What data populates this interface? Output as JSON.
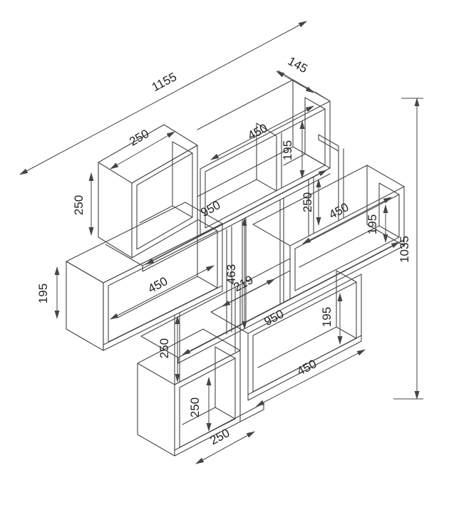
{
  "drawing": {
    "subject": "isometric-technical-drawing-wall-shelf",
    "units": "mm",
    "background": "#ffffff",
    "line_color": "#454545",
    "text_color": "#222222",
    "overall": {
      "width": "1155",
      "height": "1035",
      "depth": "145"
    }
  },
  "labels": [
    {
      "id": "overall-width",
      "value": "1155"
    },
    {
      "id": "depth",
      "value": "145"
    },
    {
      "id": "top-cube-width",
      "value": "250"
    },
    {
      "id": "top-cube-height",
      "value": "250"
    },
    {
      "id": "top-opening-width",
      "value": "450"
    },
    {
      "id": "top-opening-height",
      "value": "195"
    },
    {
      "id": "upper-rail-length",
      "value": "950"
    },
    {
      "id": "upper-right-opening-height",
      "value": "250"
    },
    {
      "id": "right-shelf-width",
      "value": "450"
    },
    {
      "id": "right-opening-height",
      "value": "195"
    },
    {
      "id": "overall-height",
      "value": "1035"
    },
    {
      "id": "center-column-height",
      "value": "463"
    },
    {
      "id": "center-opening-width",
      "value": "219"
    },
    {
      "id": "left-opening-width",
      "value": "450"
    },
    {
      "id": "left-shelf-height",
      "value": "195"
    },
    {
      "id": "left-gap-height",
      "value": "250"
    },
    {
      "id": "bottom-box-opening-height",
      "value": "250"
    },
    {
      "id": "bottom-box-width",
      "value": "250"
    },
    {
      "id": "lower-rail-length",
      "value": "950"
    },
    {
      "id": "bottom-right-opening-width",
      "value": "450"
    },
    {
      "id": "bottom-right-opening-height",
      "value": "195"
    }
  ]
}
